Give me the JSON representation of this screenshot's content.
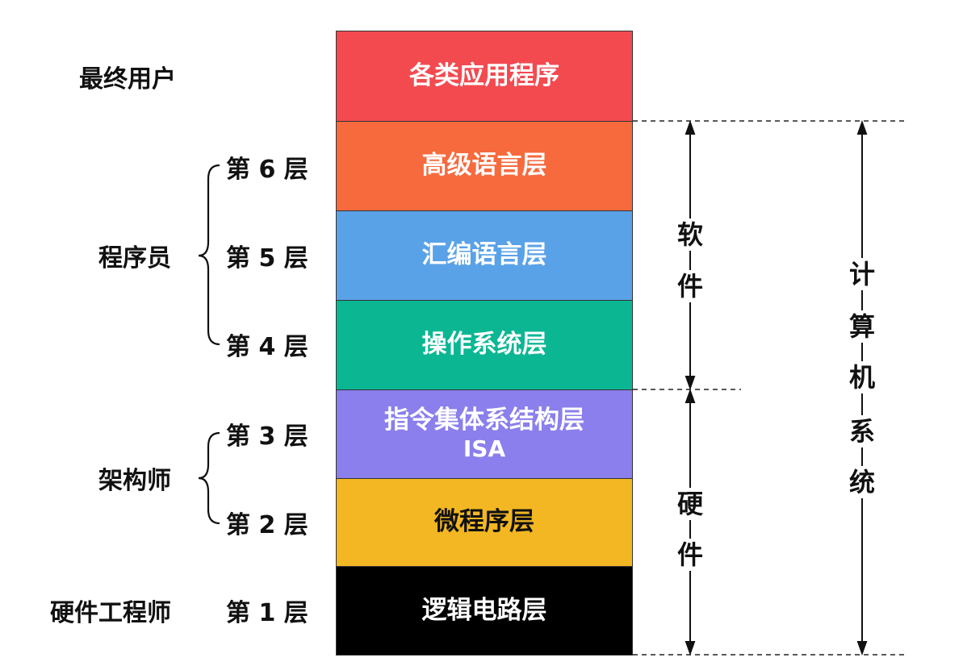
{
  "layers": [
    {
      "name": "各类应用程序",
      "color": "#F34A50",
      "text_color": "#ffffff"
    },
    {
      "name": "高级语言层",
      "color": "#F66A3D",
      "text_color": "#ffffff"
    },
    {
      "name": "汇编语言层",
      "color": "#5AA2E8",
      "text_color": "#ffffff"
    },
    {
      "name": "操作系统层",
      "color": "#0BB793",
      "text_color": "#ffffff"
    },
    {
      "name": "指令集体系结构层",
      "sub": "ISA",
      "color": "#8A7FEC",
      "text_color": "#ffffff"
    },
    {
      "name": "微程序层",
      "color": "#F2B722",
      "text_color": "#111111"
    },
    {
      "name": "逻辑电路层",
      "color": "#000000",
      "text_color": "#ffffff"
    }
  ],
  "level_labels": [
    "第 6 层",
    "第 5 层",
    "第 4 层",
    "第 3 层",
    "第 2 层",
    "第 1 层"
  ],
  "roles": {
    "end_user": "最终用户",
    "programmer": "程序员",
    "architect": "架构师",
    "hardware_engineer": "硬件工程师"
  },
  "ranges": {
    "software": [
      "软",
      "件"
    ],
    "hardware": [
      "硬",
      "件"
    ],
    "computer_system": [
      "计",
      "算",
      "机",
      "系",
      "统"
    ]
  }
}
